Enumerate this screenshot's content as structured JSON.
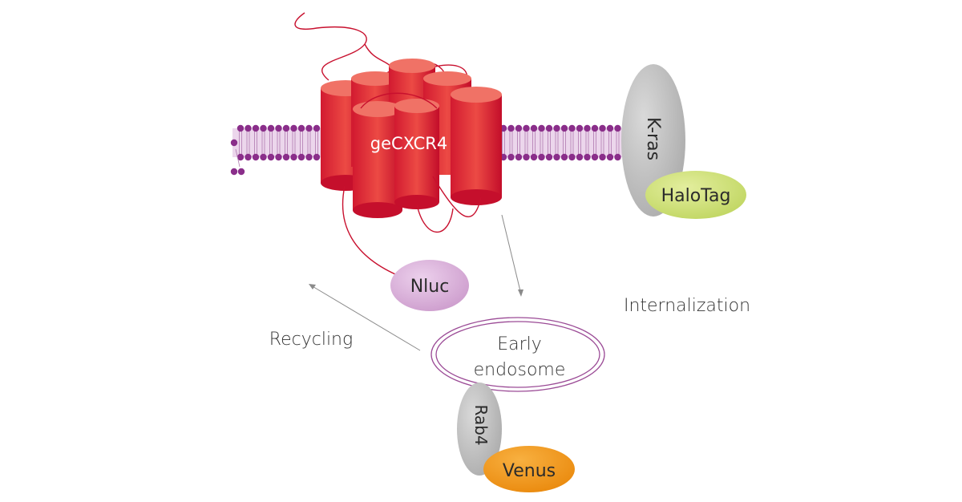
{
  "labels": {
    "receptor": "geCXCR4",
    "kras": "K-ras",
    "halotag": "HaloTag",
    "nluc": "Nluc",
    "endosome_line1": "Early",
    "endosome_line2": "endosome",
    "rab4": "Rab4",
    "venus": "Venus",
    "internalization": "Internalization",
    "recycling": "Recycling"
  },
  "colors": {
    "helix_dark": "#c8102e",
    "helix_light": "#ee5a52",
    "lipid_head": "#8a2e8a",
    "membrane_fill": "#ead3ea",
    "kras": "#bdbdbd",
    "halotag": "#cfe07a",
    "nluc": "#dcb4dc",
    "endosome_stroke": "#a0509a",
    "rab4": "#bdbdbd",
    "venus": "#f39a17"
  }
}
